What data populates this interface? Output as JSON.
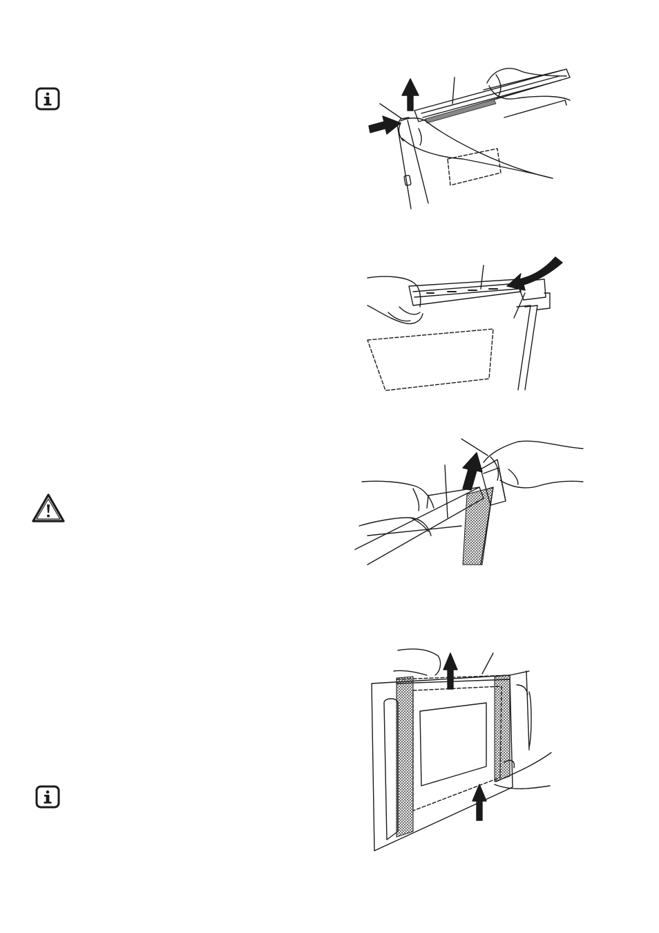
{
  "icons": {
    "info_top": "info-icon",
    "warning": "warning-icon",
    "info_bottom": "info-icon"
  },
  "figures": [
    {
      "id": "figure-1",
      "depicts": "hands-lifting-door-trim-strip"
    },
    {
      "id": "figure-2",
      "depicts": "removing-door-trim-strip"
    },
    {
      "id": "figure-3",
      "depicts": "sliding-out-door-glass-panel"
    },
    {
      "id": "figure-4",
      "depicts": "lifting-out-inner-door-glass"
    }
  ],
  "colors": {
    "line": "#1a1a1a",
    "background": "#ffffff"
  }
}
